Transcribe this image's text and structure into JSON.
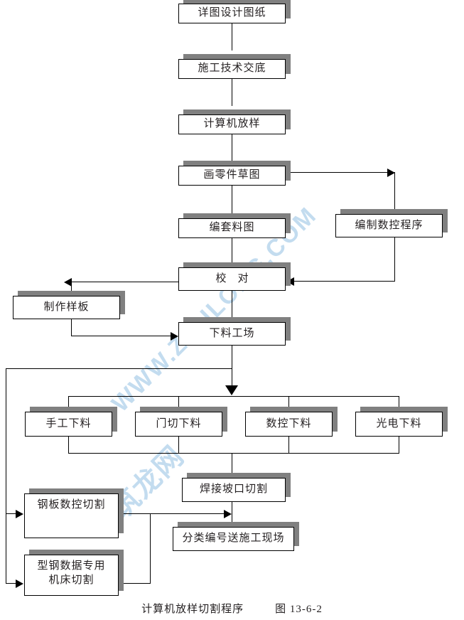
{
  "diagram": {
    "title": "计算机放样切割程序",
    "figure_number": "图 13-6-2",
    "watermark": {
      "url": "WWW.ZHULONG.COM",
      "name": "筑龙网"
    },
    "colors": {
      "box_fill": "#ffffff",
      "box_border": "#000000",
      "shadow": "#808080",
      "line": "#000000",
      "watermark": "#c3dcef",
      "text": "#231f20"
    },
    "nodes": [
      {
        "id": "n1",
        "label": "详图设计图纸"
      },
      {
        "id": "n2",
        "label": "施工技术交底"
      },
      {
        "id": "n3",
        "label": "计算机放样"
      },
      {
        "id": "n4",
        "label": "画零件草图"
      },
      {
        "id": "n5",
        "label": "编套料图"
      },
      {
        "id": "n6",
        "label": "编制数控程序"
      },
      {
        "id": "n7",
        "label": "校对"
      },
      {
        "id": "n8",
        "label": "制作样板"
      },
      {
        "id": "n9",
        "label": "下料工场"
      },
      {
        "id": "n10",
        "label": "手工下料"
      },
      {
        "id": "n11",
        "label": "门切下料"
      },
      {
        "id": "n12",
        "label": "数控下料"
      },
      {
        "id": "n13",
        "label": "光电下料"
      },
      {
        "id": "n14",
        "label": "焊接坡口切割"
      },
      {
        "id": "n15",
        "label": "分类编号送施工现场"
      },
      {
        "id": "n16",
        "label": "钢板数控切割"
      },
      {
        "id": "n17",
        "label": "型钢数据专用\n机床切割"
      }
    ]
  }
}
